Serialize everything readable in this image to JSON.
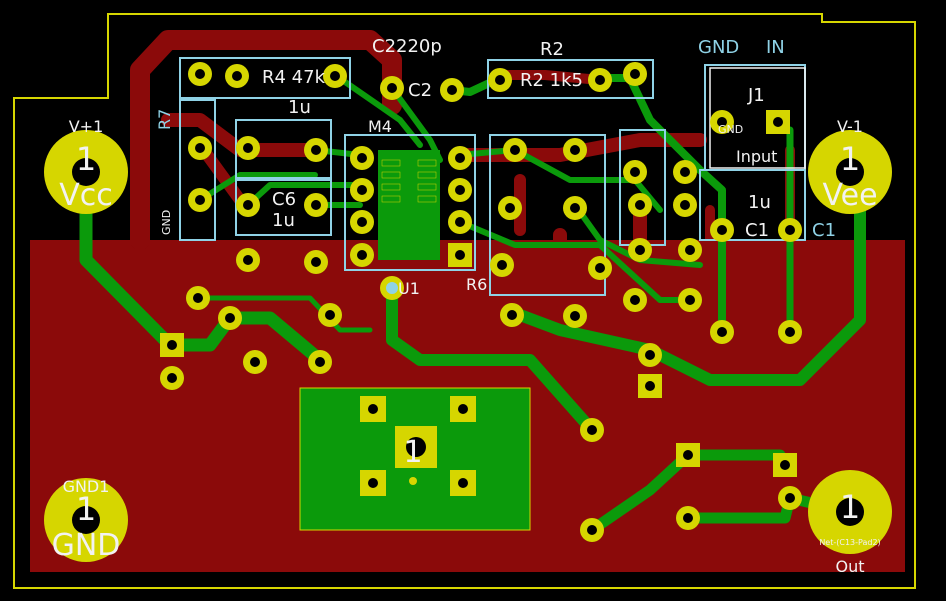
{
  "board": {
    "colors": {
      "background": "#000000",
      "edge": "#d6d600",
      "copper_front": "#8b0a0a",
      "copper_back": "#0b9a0b",
      "pad": "#d6d600",
      "silk_front": "#f2f2f2",
      "silk_back": "#8fd2e6"
    },
    "connectors": [
      {
        "number": "1",
        "label": "Vcc",
        "ref": "V+1"
      },
      {
        "number": "1",
        "label": "Vee",
        "ref": "V-1"
      },
      {
        "number": "1",
        "label": "GND",
        "ref": "GND1"
      },
      {
        "number": "1",
        "label": "",
        "ref": "Out",
        "net": "Net-(C13-Pad2)"
      }
    ],
    "component_labels": {
      "c2": "C2",
      "c2_value": "C2220p",
      "r2": "R2",
      "r2_value": "R2 1k5",
      "r4_value": "R4 47k",
      "r7": "R7",
      "c_1u_top": "1u",
      "c6": "C6",
      "c6_value": "1u",
      "c1": "C1",
      "c1_value": "1u",
      "c1_right": "C1",
      "j1": "J1",
      "input": "Input",
      "gnd_pin": "GND",
      "gnd_header": "GND",
      "in_header": "IN",
      "gnd_vertical": "GND",
      "u1": "U1",
      "r6": "R6",
      "m4": "M4"
    },
    "center_pad": "1"
  }
}
